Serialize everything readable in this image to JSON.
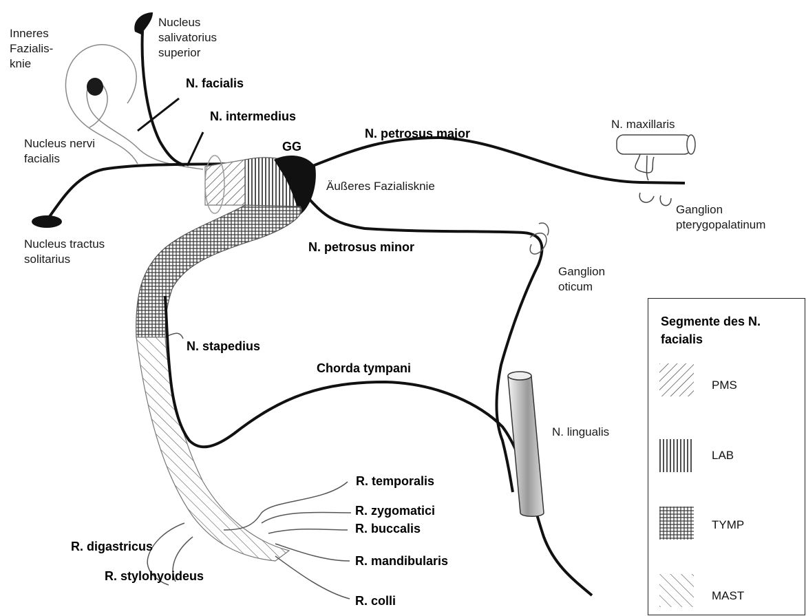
{
  "labels": {
    "inneres_fazialisknie": "Inneres\nFazialis-\nknie",
    "nucleus_salivatorius": "Nucleus\nsalivatorius\nsuperior",
    "n_facialis": "N. facialis",
    "n_intermedius": "N. intermedius",
    "nucleus_nervi_facialis": "Nucleus nervi\nfacialis",
    "gg": "GG",
    "n_petrosus_major": "N. petrosus major",
    "aeusseres_fazialisknie": "Äußeres Fazialisknie",
    "n_maxillaris": "N. maxillaris",
    "ganglion_pterygopalatinum": "Ganglion\npterygopalatinum",
    "nucleus_tractus_solitarius": "Nucleus tractus\nsolitarius",
    "n_petrosus_minor": "N. petrosus minor",
    "ganglion_oticum": "Ganglion\noticum",
    "n_stapedius": "N. stapedius",
    "chorda_tympani": "Chorda tympani",
    "n_lingualis": "N. lingualis",
    "r_temporalis": "R. temporalis",
    "r_zygomatici": "R. zygomatici",
    "r_buccalis": "R. buccalis",
    "r_digastricus": "R. digastricus",
    "r_mandibularis": "R. mandibularis",
    "r_stylohyoideus": "R. stylohyoideus",
    "r_colli": "R. colli"
  },
  "legend": {
    "title": "Segmente des N.\nfacialis",
    "items": [
      {
        "label": "PMS",
        "pattern": "pat-pms"
      },
      {
        "label": "LAB",
        "pattern": "pat-lab"
      },
      {
        "label": "TYMP",
        "pattern": "pat-tymp"
      },
      {
        "label": "MAST",
        "pattern": "pat-mast"
      }
    ]
  },
  "colors": {
    "nerve": "#111111",
    "line_light": "#555555",
    "background": "#ffffff"
  }
}
